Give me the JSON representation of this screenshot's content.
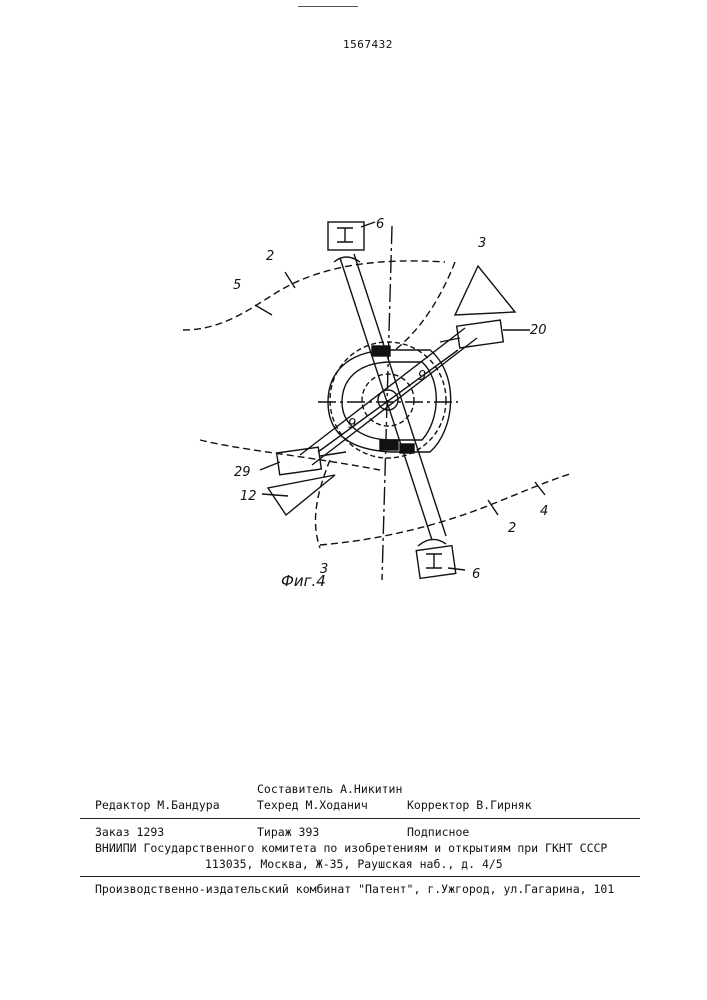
{
  "header": {
    "patent_number": "1567432"
  },
  "figure": {
    "caption": "Фиг.4",
    "labels": {
      "l2_top": "2",
      "l3_top": "3",
      "l5": "5",
      "l6_top": "6",
      "l20": "20",
      "l9_a": "9",
      "l9_b": "9",
      "l29": "29",
      "l12": "12",
      "l3_bottom": "3",
      "l2_bottom": "2",
      "l4": "4",
      "l6_bottom": "6"
    }
  },
  "footer": {
    "compiler": "Составитель А.Никитин",
    "editor": "Редактор М.Бандура",
    "techred": "Техред М.Ходанич",
    "corrector": "Корректор В.Гирняк",
    "order": "Заказ 1293",
    "print_run": "Тираж 393",
    "subscription": "Подписное",
    "org_line": "ВНИИПИ Государственного комитета по изобретениям и открытиям при ГКНТ СССР",
    "address": "113035, Москва, Ж-35, Раушская наб., д. 4/5",
    "publisher": "Производственно-издательский комбинат \"Патент\", г.Ужгород, ул.Гагарина, 101"
  }
}
